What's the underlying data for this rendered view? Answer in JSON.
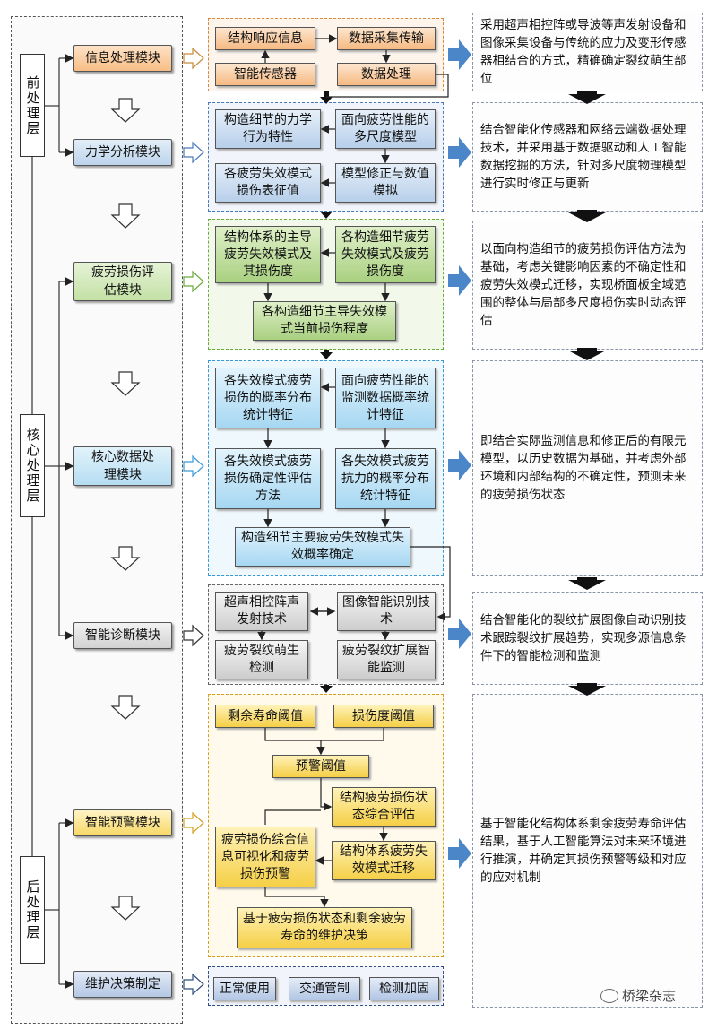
{
  "layers": {
    "pre": "前处理层",
    "core": "核心处理层",
    "post": "后处理层"
  },
  "modules": {
    "info": "信息处理模块",
    "mech": "力学分析模块",
    "fatigue": "疲劳损伤评估模块",
    "core": "核心数据处理模块",
    "diag": "智能诊断模块",
    "warn": "智能预警模块",
    "decision": "维护决策制定"
  },
  "panels": {
    "info": [
      "结构响应信息",
      "数据采集传输",
      "智能传感器",
      "数据处理"
    ],
    "mech": [
      "构造细节的力学行为特性",
      "面向疲劳性能的多尺度模型",
      "各疲劳失效模式损伤表征值",
      "模型修正与数值模拟"
    ],
    "fatigue": [
      "结构体系的主导疲劳失效模式及其损伤度",
      "各构造细节疲劳失效模式及疲劳损伤度",
      "各构造细节主导失效模式当前损伤程度"
    ],
    "core": [
      "各失效模式疲劳损伤的概率分布统计特征",
      "面向疲劳性能的监测数据概率统计特征",
      "各失效模式疲劳损伤确定性评估方法",
      "各失效模式疲劳抗力的概率分布统计特征",
      "构造细节主要疲劳失效模式失效概率确定"
    ],
    "diag": [
      "超声相控阵声发射技术",
      "图像智能识别技术",
      "疲劳裂纹萌生检测",
      "疲劳裂纹扩展智能监测"
    ],
    "warn": [
      "剩余寿命阈值",
      "损伤度阈值",
      "预警阈值",
      "结构疲劳损伤状态综合评估",
      "疲劳损伤综合信息可视化和疲劳损伤预警",
      "结构体系疲劳失效模式迁移",
      "基于疲劳损伤状态和剩余疲劳寿命的维护决策"
    ],
    "decision": [
      "正常使用",
      "交通管制",
      "检测加固"
    ]
  },
  "descriptions": {
    "info": "采用超声相控阵或导波等声发射设备和图像采集设备与传统的应力及变形传感器相结合的方式，精确确定裂纹萌生部位",
    "mech": "结合智能化传感器和网络云端数据处理技术，并采用基于数据驱动和人工智能数据挖掘的方法，针对多尺度物理模型进行实时修正与更新",
    "fatigue": "以面向构造细节的疲劳损伤评估方法为基础，考虑关键影响因素的不确定性和疲劳失效模式迁移，实现桥面板全域范围的整体与局部多尺度损伤实时动态评估",
    "core": "即结合实际监测信息和修正后的有限元模型，以历史数据为基础，并考虑外部环境和内部结构的不确定性，预测未来的疲劳损伤状态",
    "diag": "结合智能化的裂纹扩展图像自动识别技术跟踪裂纹扩展趋势，实现多源信息条件下的智能检测和监测",
    "warn": "基于智能化结构体系剩余疲劳寿命评估结果，基于人工智能算法对未来环境进行推演，并确定其损伤预警等级和对应的应对机制"
  },
  "watermark": "桥梁杂志",
  "colors": {
    "orange_border": "#d98a3a",
    "blue_border": "#4a7ab8",
    "green_border": "#6aaa3a",
    "cyan_border": "#3a9ad8",
    "gray_border": "#666666",
    "yellow_border": "#d4a020",
    "navy_border": "#2f4d7f",
    "arrow_blue": "#4a86c8"
  }
}
